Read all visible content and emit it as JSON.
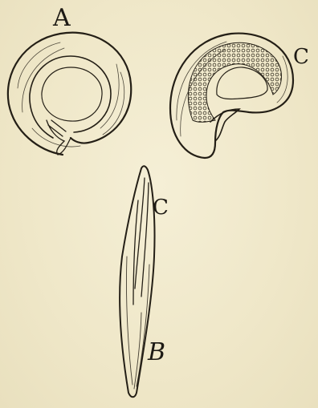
{
  "labels": {
    "a": "A",
    "c_top": "C",
    "c_mid": "C",
    "b": "B"
  },
  "colors": {
    "paper": "#f1ead0",
    "ink": "#1d1a14"
  }
}
